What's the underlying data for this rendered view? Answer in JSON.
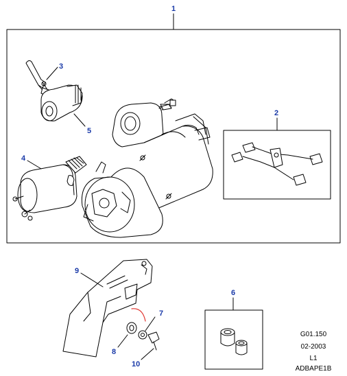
{
  "callouts": {
    "c1": "1",
    "c2": "2",
    "c3": "3",
    "c4": "4",
    "c5": "5",
    "c6": "6",
    "c7": "7",
    "c8": "8",
    "c9": "9",
    "c10": "10"
  },
  "reference": {
    "code": "G01.150",
    "date": "02-2003",
    "level": "L1",
    "id": "ADBAPE1B"
  },
  "colors": {
    "callout_text": "#1a3aa8",
    "line": "#000000",
    "highlight_arc": "#e0322c"
  }
}
